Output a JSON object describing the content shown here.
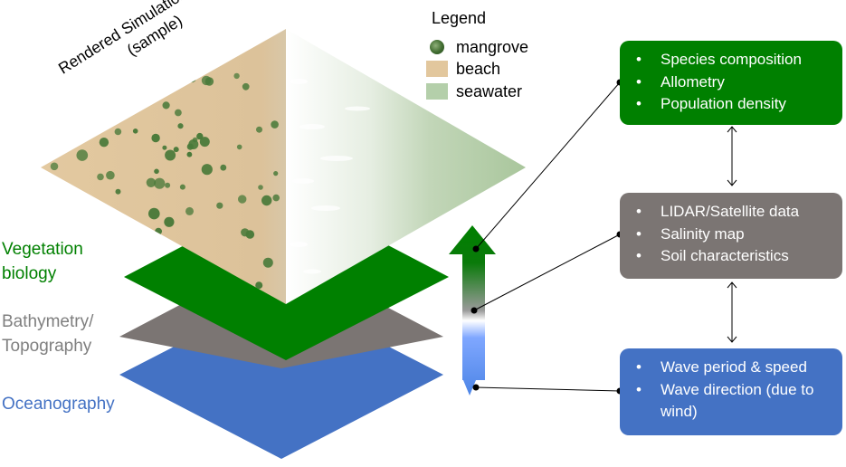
{
  "sim_title": {
    "line1": "Rendered Simulation Result",
    "line2": "(sample)"
  },
  "legend": {
    "title": "Legend",
    "items": [
      {
        "label": "mangrove",
        "color": "#4a7a3a"
      },
      {
        "label": "beach",
        "color": "#e2c79d"
      },
      {
        "label": "seawater",
        "color": "#b4cfaa"
      }
    ]
  },
  "layers": [
    {
      "label_lines": [
        "Vegetation",
        "biology"
      ],
      "color": "#008000"
    },
    {
      "label_lines": [
        "Bathymetry/",
        "Topography"
      ],
      "color": "#7f7f7f"
    },
    {
      "label_lines": [
        "Oceanography"
      ],
      "color": "#4472c4"
    }
  ],
  "boxes": [
    {
      "items": [
        "Species composition",
        "Allometry",
        "Population density"
      ],
      "color": "#008000"
    },
    {
      "items": [
        "LIDAR/Satellite data",
        "Salinity map",
        "Soil characteristics"
      ],
      "color": "#7b7573"
    },
    {
      "items": [
        "Wave period & speed",
        "Wave direction (due to wind)"
      ],
      "color": "#4472c4"
    }
  ],
  "arrow_colors": [
    "#008000",
    "#ffffff",
    "#7fa7ff"
  ]
}
